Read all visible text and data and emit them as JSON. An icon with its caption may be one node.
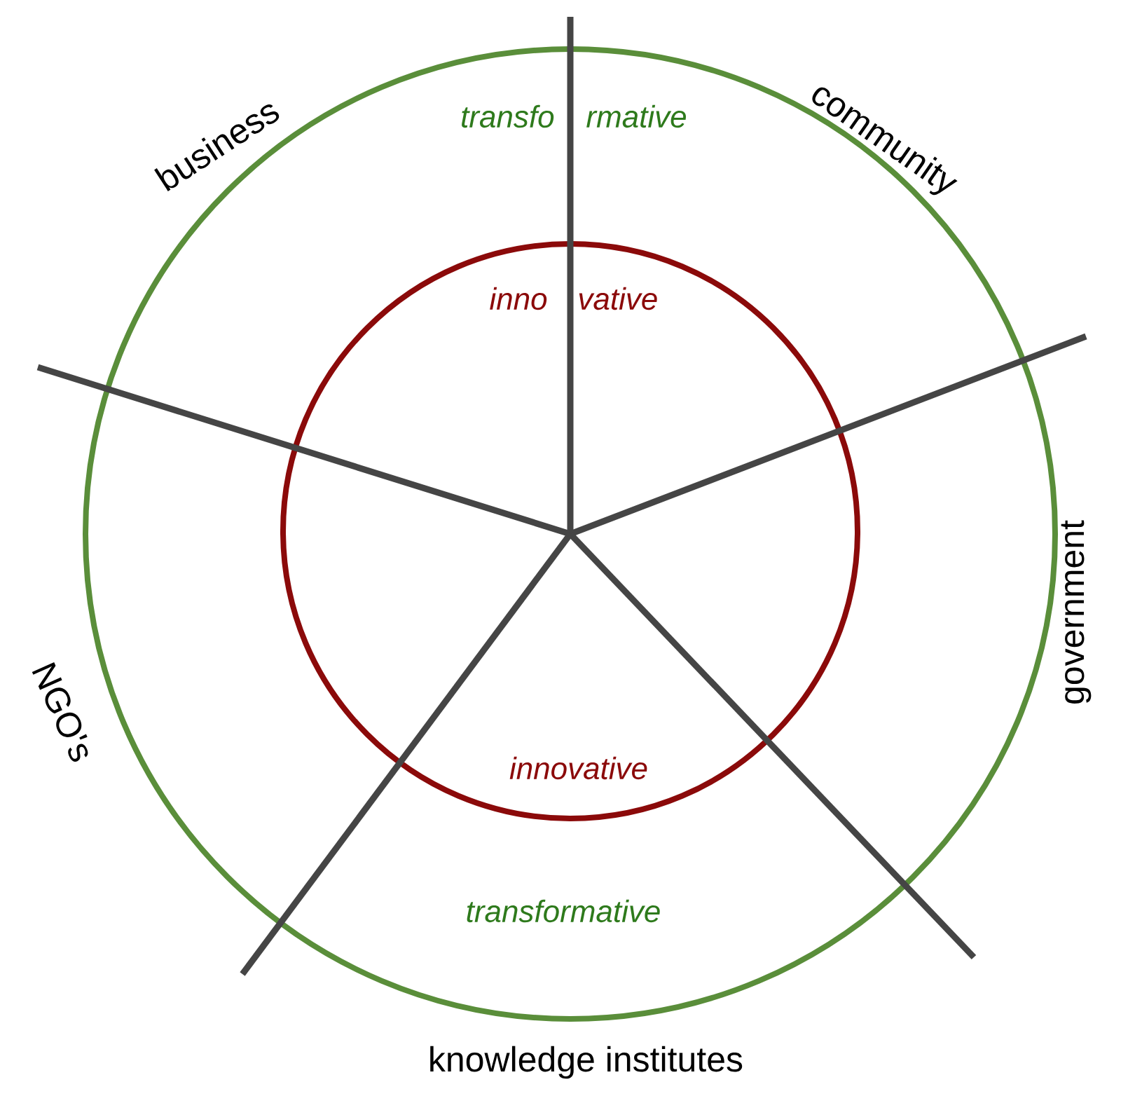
{
  "diagram": {
    "labels": [
      "business",
      "transfo",
      "rmative",
      "community",
      "inno",
      "vative",
      "government",
      "NGO's",
      "innovative",
      "transformative",
      "knowledge institutes"
    ]
  }
}
